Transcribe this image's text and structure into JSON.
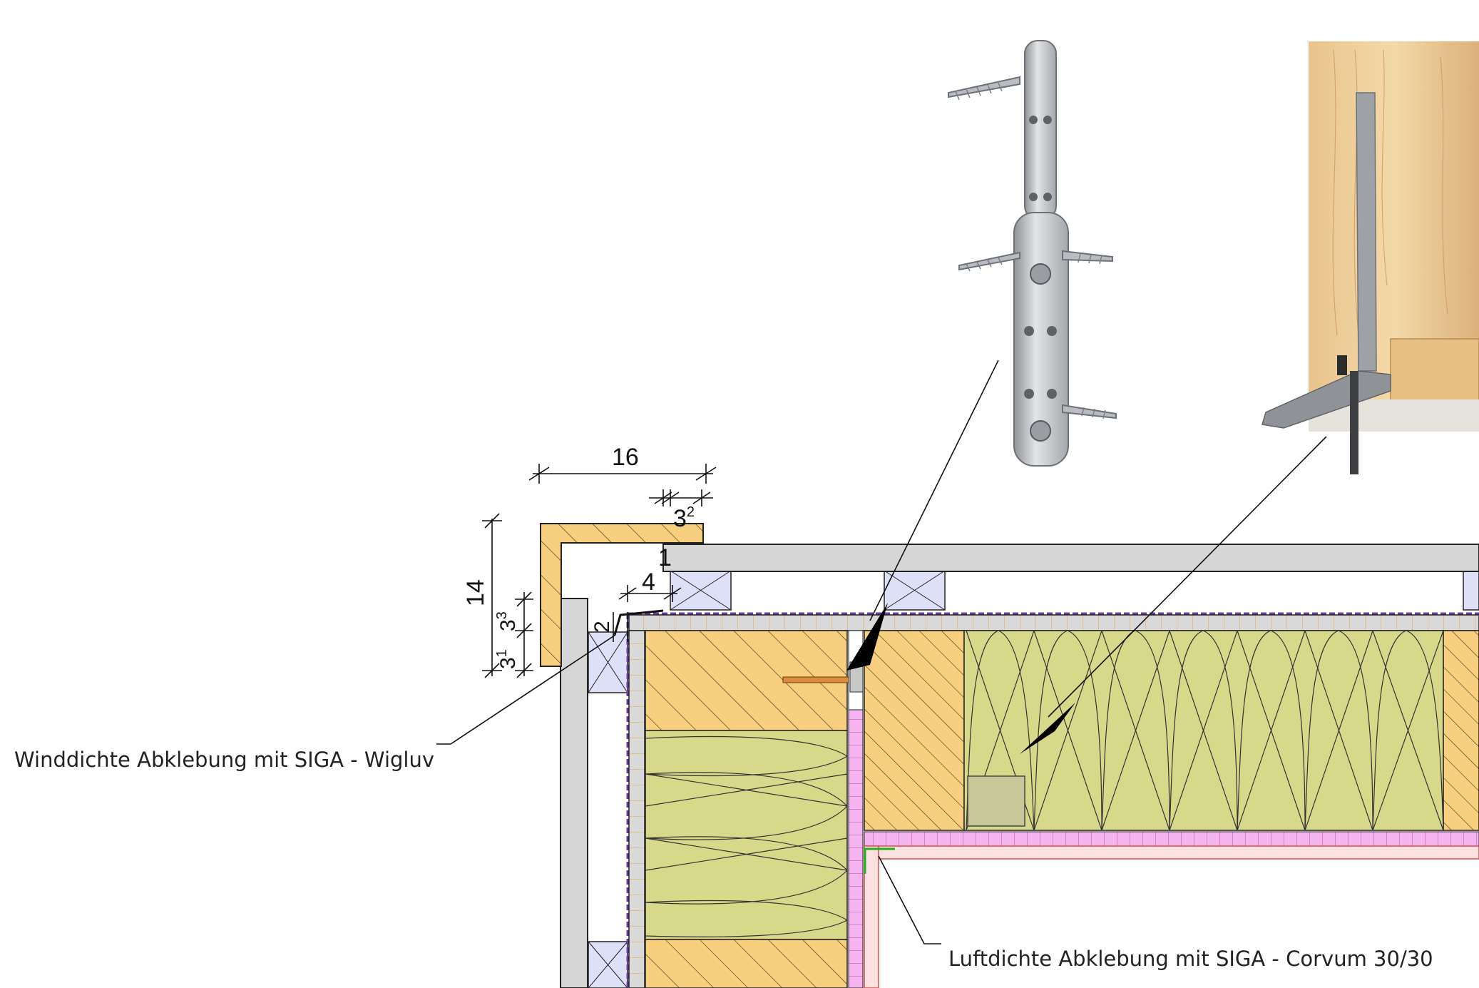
{
  "annotations": {
    "wind_seal": "Winddichte Abklebung mit SIGA - Wigluv",
    "air_seal": "Luftdichte Abklebung mit SIGA - Corvum 30/30"
  },
  "dimensions": {
    "width_total": "16",
    "cover_width": "3",
    "cover_width_sup": "2",
    "height_total": "14",
    "gap_1": "1",
    "gap_4": "4",
    "gap_2": "2",
    "vert_a": "3",
    "vert_a_sup": "1",
    "vert_b": "3",
    "vert_b_sup": "3"
  },
  "photos": {
    "left": "steel-connector-with-screws",
    "right": "steel-angle-bracket-on-timber"
  },
  "colors": {
    "timber": "#f7cf7f",
    "insulation": "#d8d88a",
    "membrane_pink": "#f5b4ef",
    "panel_grey": "#d6d6d6",
    "batten_blue": "#dde0f7",
    "leader": "#111111"
  }
}
